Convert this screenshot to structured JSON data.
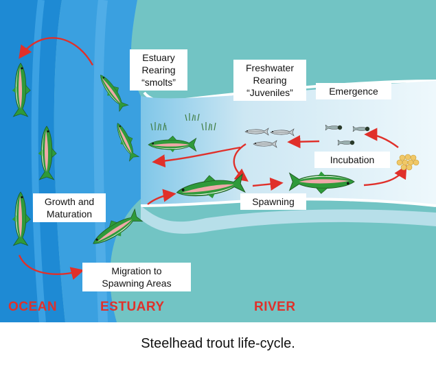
{
  "labels": {
    "estuary_rearing": "Estuary\nRearing\n“smolts”",
    "freshwater_rearing": "Freshwater\nRearing\n“Juveniles”",
    "emergence": "Emergence",
    "incubation": "Incubation",
    "spawning": "Spawning",
    "growth": "Growth and\nMaturation",
    "migration": "Migration to\nSpawning Areas"
  },
  "zones": {
    "ocean": "OCEAN",
    "estuary": "ESTUARY",
    "river": "RIVER"
  },
  "caption": "Steelhead trout life-cycle.",
  "colors": {
    "ocean": "#1e8ad4",
    "estuary_band": "#3aa0e0",
    "land": "#72c4c4",
    "river": "#d9eef8",
    "arrow": "#e0302a",
    "zone_text": "#e0302a",
    "fish_body": "#2f9a3a",
    "fish_stripe": "#f0a8a8",
    "egg": "#f0c868"
  }
}
